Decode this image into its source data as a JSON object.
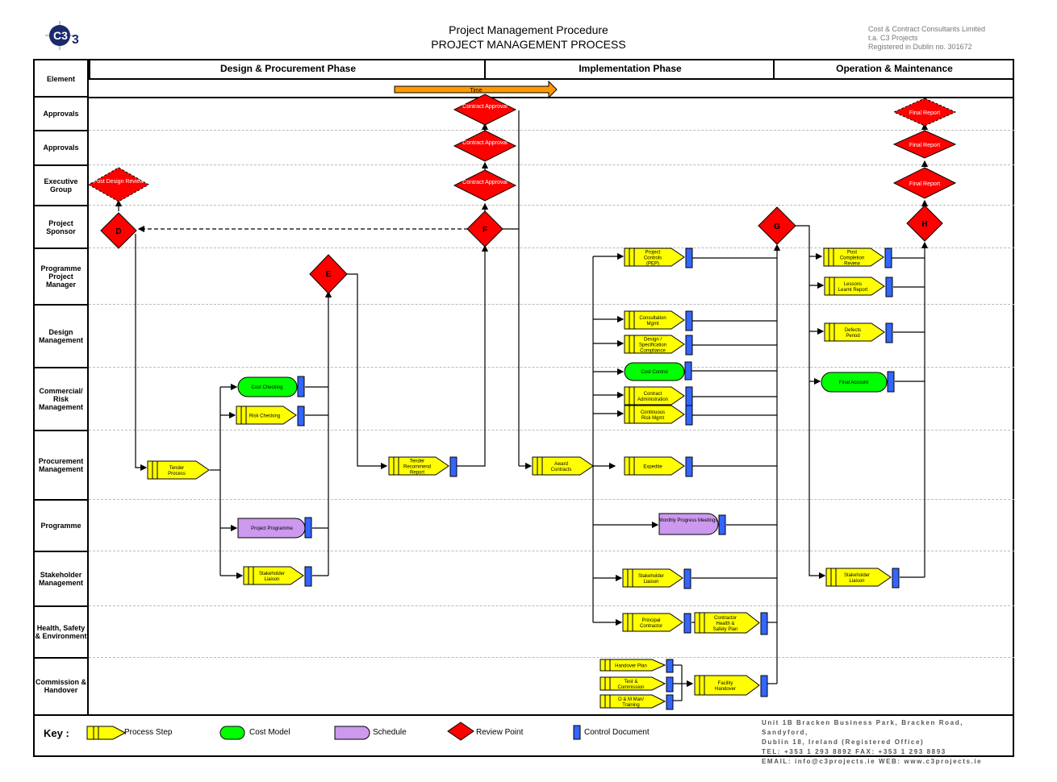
{
  "header": {
    "title": "Project Management Procedure",
    "subtitle": "PROJECT MANAGEMENT PROCESS",
    "company": [
      "Cost & Contract Consultants Limited",
      "t.a. C3 Projects",
      "Registered in Dublin no. 301672"
    ],
    "logo_text": "C3"
  },
  "lane_header": "Element",
  "phases": [
    "Design & Procurement Phase",
    "Implementation Phase",
    "Operation & Maintenance"
  ],
  "time_label": "Time",
  "lanes": [
    "Approvals",
    "Approvals",
    "Executive Group",
    "Project Sponsor",
    "Programme Project Manager",
    "Design Management",
    "Commercial/ Risk Management",
    "Procurement Management",
    "Programme",
    "Stakeholder Management",
    "Health, Safety & Environment",
    "Commission & Handover"
  ],
  "review_points": [
    {
      "id": "d-post-design-review",
      "label": "Post Design Review"
    },
    {
      "id": "d",
      "label": "D"
    },
    {
      "id": "e",
      "label": "E"
    },
    {
      "id": "f-contract-approval-1",
      "label": "Contract Approval"
    },
    {
      "id": "f-contract-approval-2",
      "label": "Contract Approval"
    },
    {
      "id": "f-contract-approval-3",
      "label": "Contract Approval"
    },
    {
      "id": "f",
      "label": "F"
    },
    {
      "id": "g",
      "label": "G"
    },
    {
      "id": "h-final-report-1",
      "label": "Final Report"
    },
    {
      "id": "h-final-report-2",
      "label": "Final Report"
    },
    {
      "id": "h-final-report-3",
      "label": "Final Report"
    },
    {
      "id": "h",
      "label": "H"
    }
  ],
  "process_steps": [
    {
      "id": "tender-process",
      "label": "Tender Process"
    },
    {
      "id": "risk-checking",
      "label": "Risk Checking"
    },
    {
      "id": "stakeholder-liaison-1",
      "label": "Stakeholder Liaison"
    },
    {
      "id": "tender-recommend-report",
      "label": "Tender Recommend Report"
    },
    {
      "id": "award-contracts",
      "label": "Award Contracts"
    },
    {
      "id": "project-controls",
      "label": "Project Controls (PEP)"
    },
    {
      "id": "consultation-mgmt",
      "label": "Consultation Mgmt"
    },
    {
      "id": "design-spec-compliance",
      "label": "Design / Specification Compliance"
    },
    {
      "id": "contract-administration",
      "label": "Contract Administration"
    },
    {
      "id": "continuous-risk-mgmt",
      "label": "Continuous Risk Mgmt"
    },
    {
      "id": "expedite",
      "label": "Expedite"
    },
    {
      "id": "stakeholder-liaison-2",
      "label": "Stakeholder Liaison"
    },
    {
      "id": "principal-contractor",
      "label": "Principal Contractor"
    },
    {
      "id": "contractor-hs-plan",
      "label": "Contractor Health & Safety Plan"
    },
    {
      "id": "handover-plan",
      "label": "Handover Plan"
    },
    {
      "id": "test-commission",
      "label": "Test & Commission"
    },
    {
      "id": "om-manual-training",
      "label": "O & M Man/ Training"
    },
    {
      "id": "facility-handover",
      "label": "Facility Handover"
    },
    {
      "id": "post-completion-review",
      "label": "Post Completion Review"
    },
    {
      "id": "lessons-learnt-report",
      "label": "Lessons Learnt Report"
    },
    {
      "id": "defects-period",
      "label": "Defects Period"
    },
    {
      "id": "stakeholder-liaison-3",
      "label": "Stakeholder Liaison"
    }
  ],
  "cost_models": [
    {
      "id": "cost-checking",
      "label": "Cost Checking"
    },
    {
      "id": "cost-control",
      "label": "Cost Control"
    },
    {
      "id": "final-account",
      "label": "Final Account"
    }
  ],
  "schedules": [
    {
      "id": "project-programme",
      "label": "Project Programme"
    },
    {
      "id": "monthly-progress-meetings",
      "label": "Monthly Progress Meetings"
    }
  ],
  "key": {
    "title": "Key :",
    "process_step": "Process Step",
    "cost_model": "Cost Model",
    "schedule": "Schedule",
    "review_point": "Review Point",
    "control_document": "Control Document"
  },
  "address": [
    "Unit 1B Bracken Business Park, Bracken Road, Sandyford,",
    "Dublin 18, Ireland (Registered Office)",
    "TEL: +353 1 293 8892    FAX: +353 1 293 8893",
    "EMAIL: info@c3projects.ie    WEB: www.c3projects.ie"
  ],
  "colors": {
    "process_fill": "#ffff00",
    "cost_fill": "#00ff00",
    "schedule_fill": "#cc99ee",
    "review_fill": "#ff0000",
    "doc_fill": "#3366ff",
    "time_arrow": "#ff9900"
  }
}
